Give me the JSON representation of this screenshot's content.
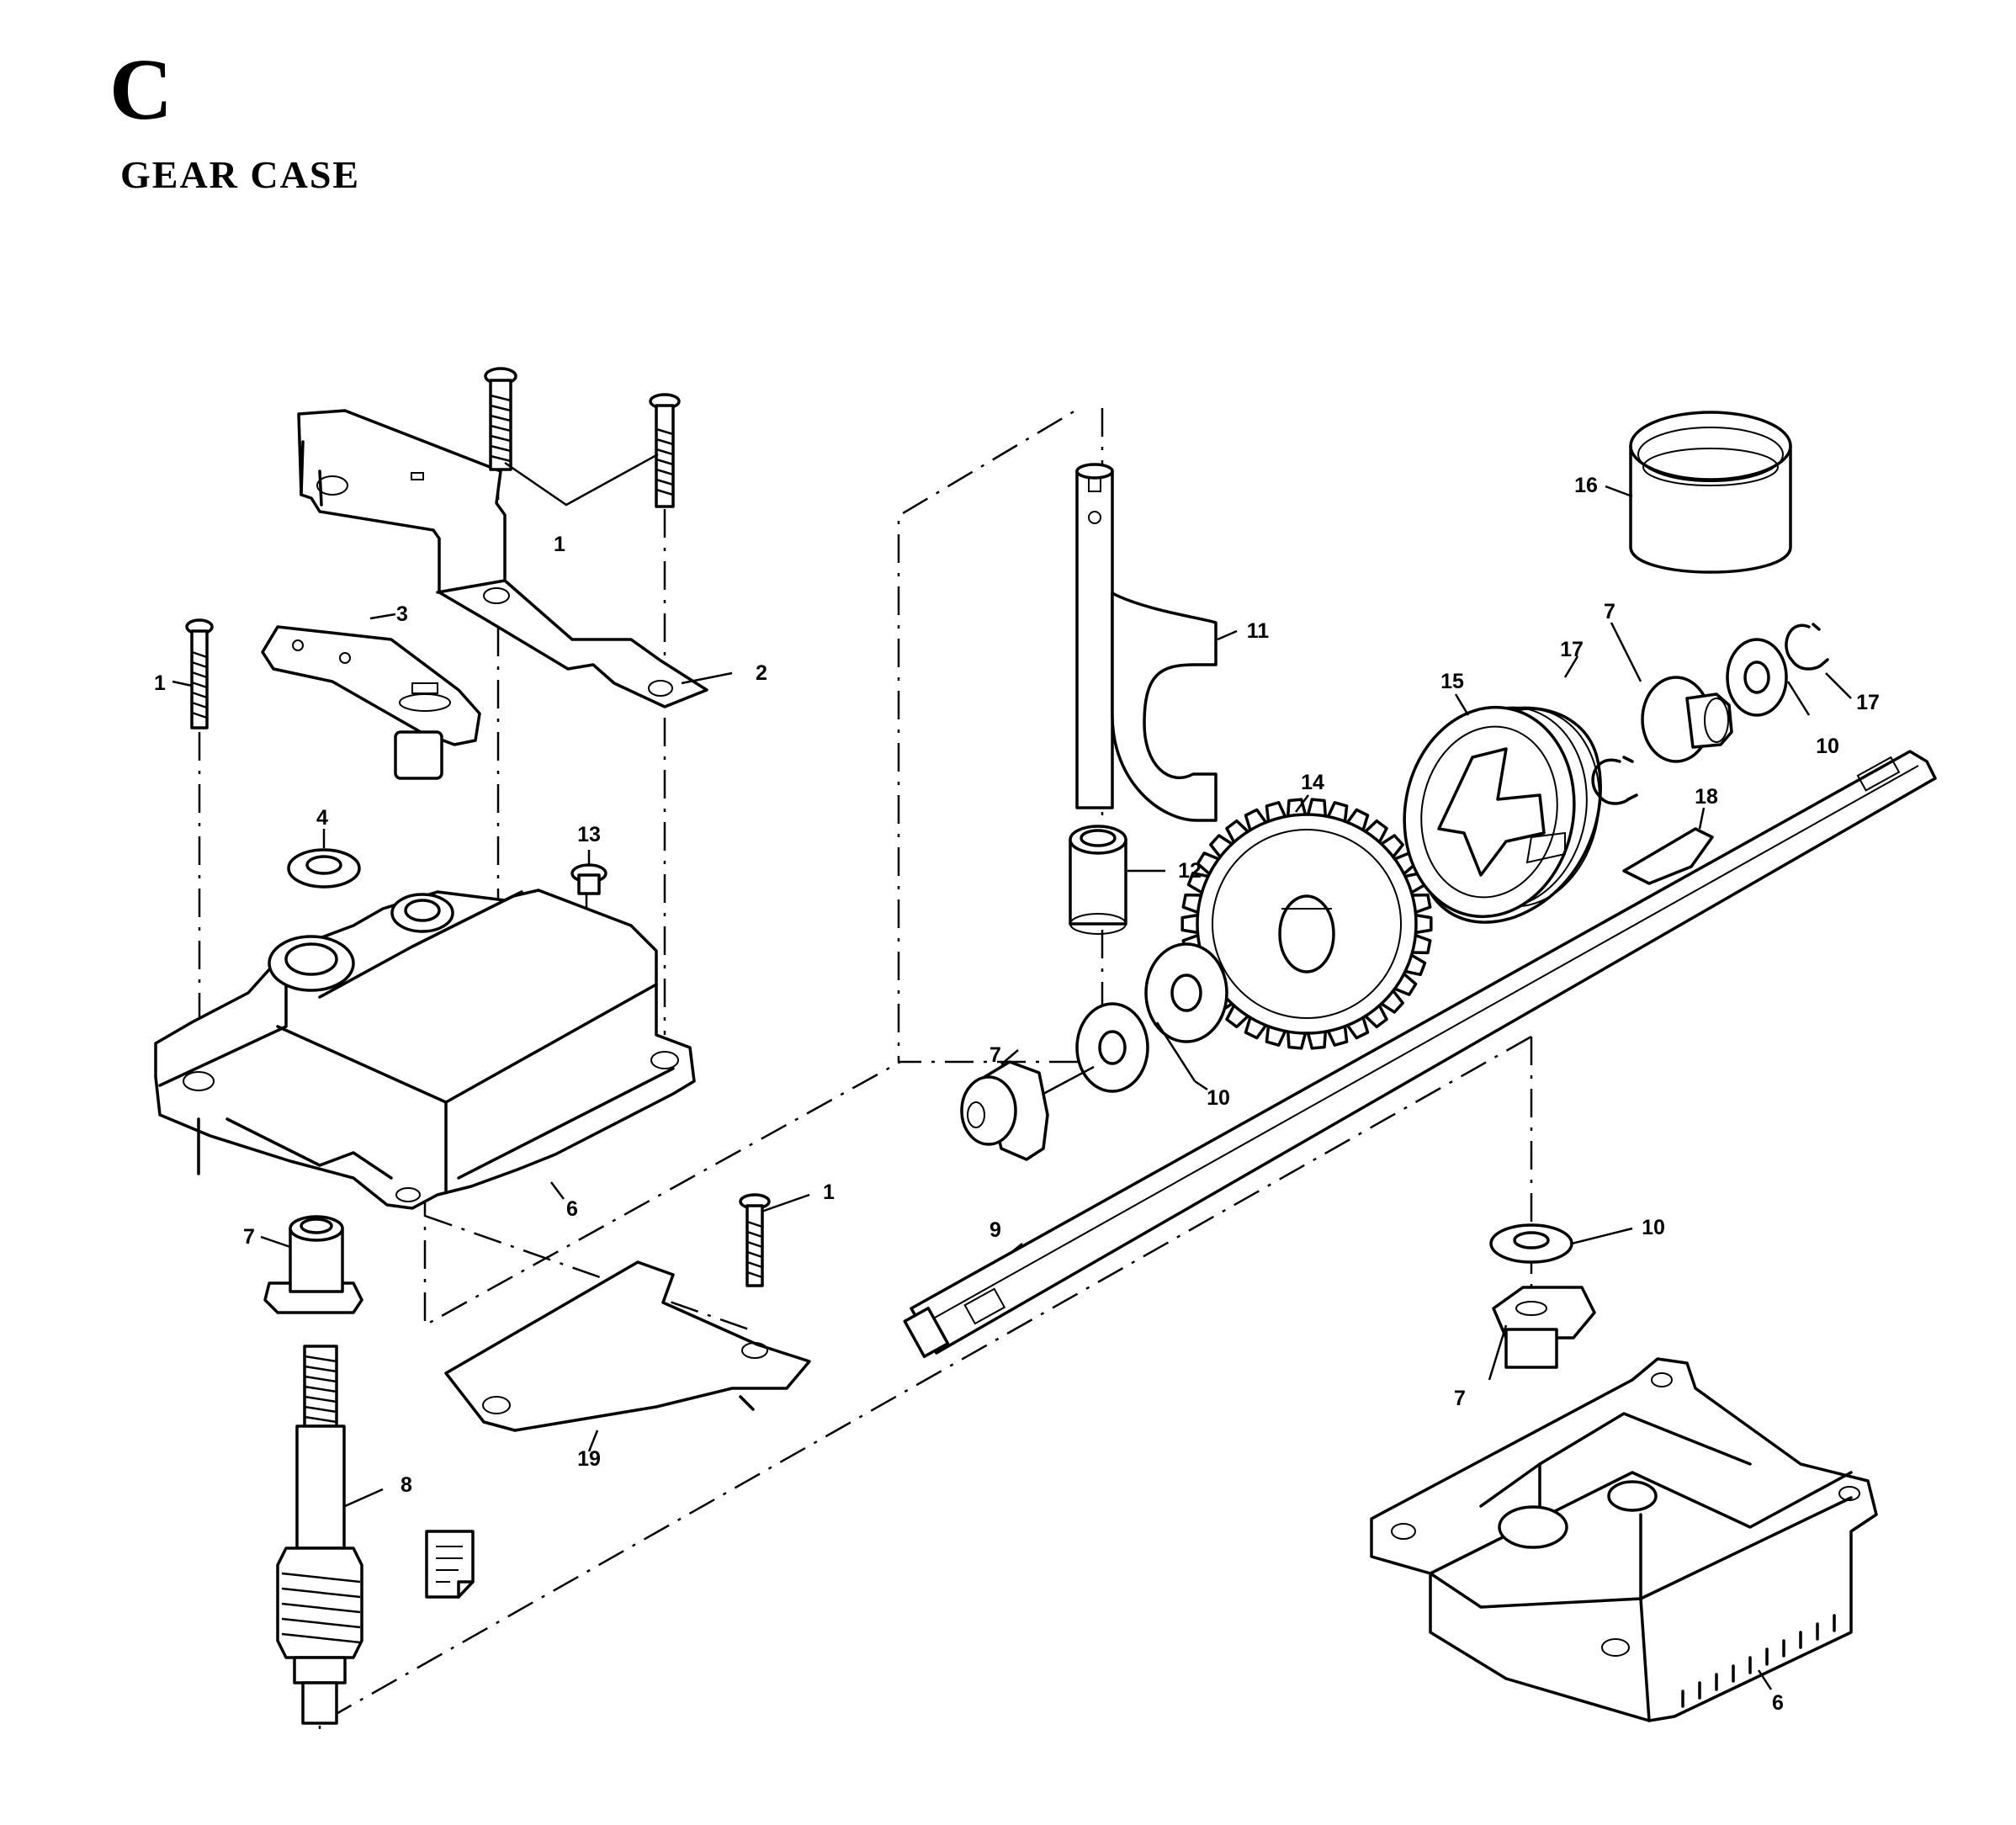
{
  "header": {
    "section_letter": "C",
    "section_title": "GEAR CASE"
  },
  "callouts": {
    "c1a": "1",
    "c1b": "1",
    "c1c": "1",
    "c2": "2",
    "c3": "3",
    "c4": "4",
    "c6a": "6",
    "c6b": "6",
    "c7a": "7",
    "c7b": "7",
    "c7c": "7",
    "c7d": "7",
    "c8": "8",
    "c9": "9",
    "c10a": "10",
    "c10b": "10",
    "c10c": "10",
    "c11": "11",
    "c12": "12",
    "c13": "13",
    "c14": "14",
    "c15": "15",
    "c16": "16",
    "c17a": "17",
    "c17b": "17",
    "c18": "18",
    "c19": "19"
  },
  "icons": {
    "note": "note-icon"
  }
}
